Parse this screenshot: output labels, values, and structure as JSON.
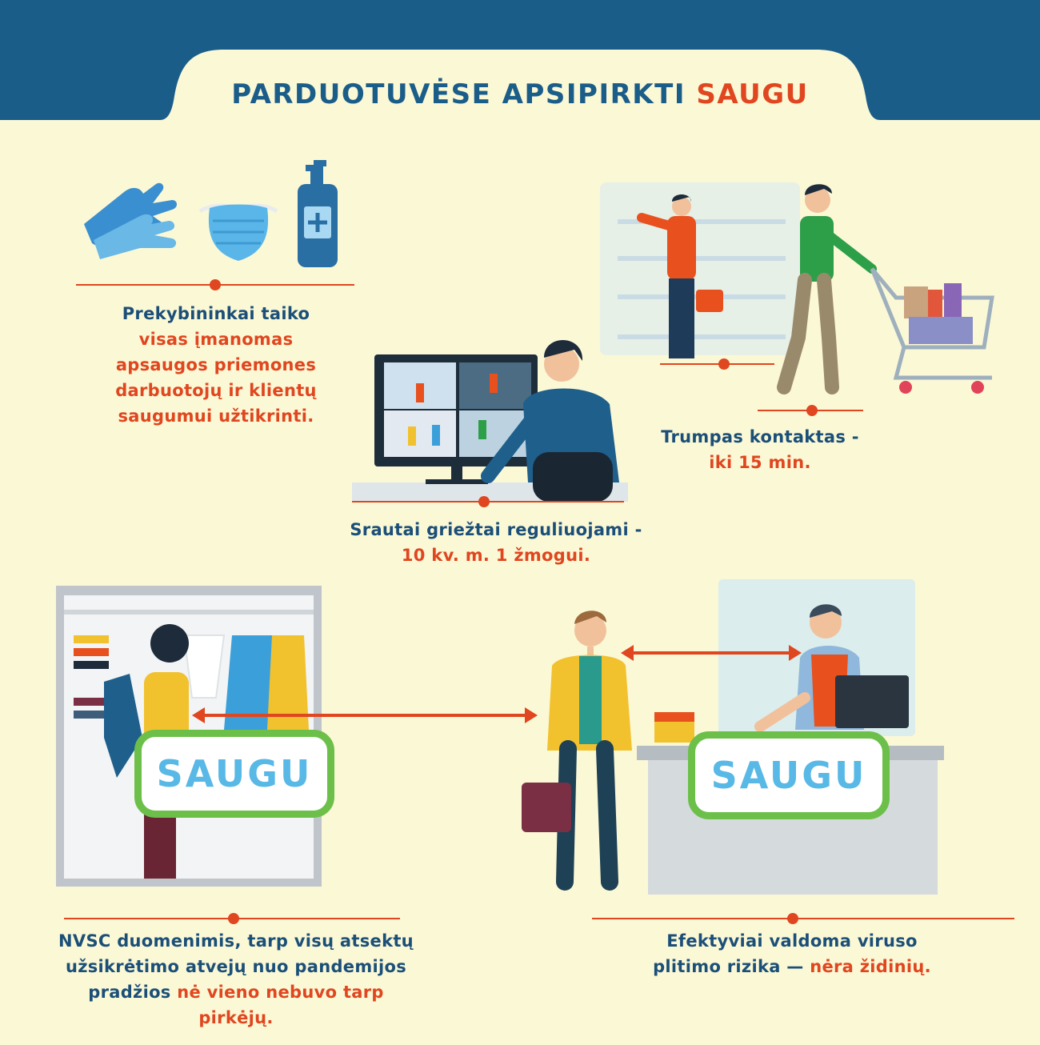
{
  "header": {
    "title_main": "PARDUOTUVĖSE APSIPIRKTI",
    "title_accent": "SAUGU"
  },
  "captions": {
    "c1": {
      "l1": "Prekybininkai taiko",
      "l2": "visas įmanomas",
      "l3": "apsaugos priemones",
      "l4": "darbuotojų ir klientų",
      "l5": "saugumui užtikrinti."
    },
    "c2": {
      "l1": "Trumpas kontaktas -",
      "l2": "iki 15 min."
    },
    "c3": {
      "l1": "Srautai griežtai reguliuojami -",
      "l2": "10 kv. m. 1 žmogui."
    },
    "c4": {
      "l1": "NVSC duomenimis, tarp visų atsektų",
      "l2": "užsikrėtimo atvejų nuo pandemijos",
      "l3a": "pradžios",
      "l3b": "nė vieno nebuvo tarp pirkėjų."
    },
    "c5": {
      "l1": "Efektyviai valdoma viruso",
      "l2a": "plitimo rizika —",
      "l2b": "nėra židinių."
    }
  },
  "signs": {
    "left": "SAUGU",
    "right": "SAUGU"
  },
  "colors": {
    "background": "#fbf8d6",
    "header_band": "#1b5d89",
    "accent_red": "#e0461f",
    "text_blue": "#1b4f78",
    "sign_green": "#6cc04a",
    "sign_text": "#58b8e6"
  },
  "icons": [
    "gloves-icon",
    "face-mask-icon",
    "sanitizer-bottle-icon"
  ]
}
